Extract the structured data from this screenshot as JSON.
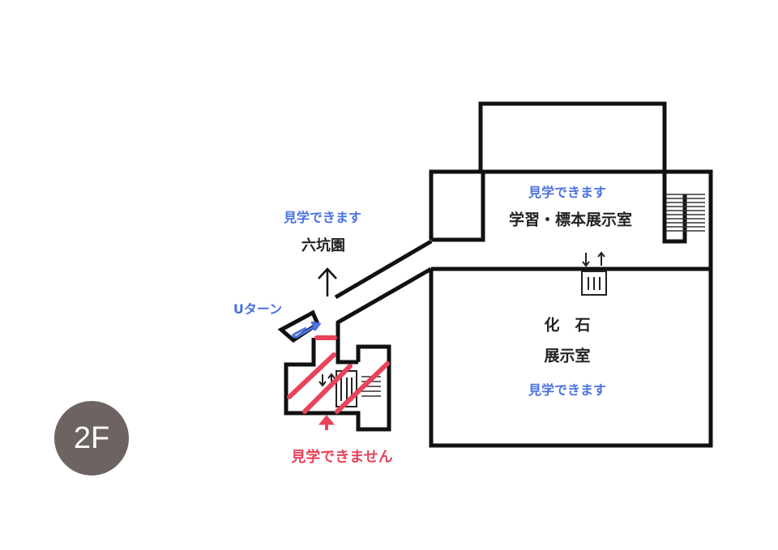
{
  "floor": "2F",
  "colors": {
    "walls": "#111111",
    "viewable": "#4a72e0",
    "not_viewable": "#e8435a",
    "badge": "#6d6462"
  },
  "rokkoen": {
    "status": "見学できます",
    "name": "六坑園"
  },
  "uturn": "Uターン",
  "closed_area": {
    "status": "見学できません"
  },
  "learning_room": {
    "status": "見学できます",
    "name": "学習・標本展示室"
  },
  "fossil_room": {
    "name_line1": "化　石",
    "name_line2": "展示室",
    "status": "見学できます"
  }
}
